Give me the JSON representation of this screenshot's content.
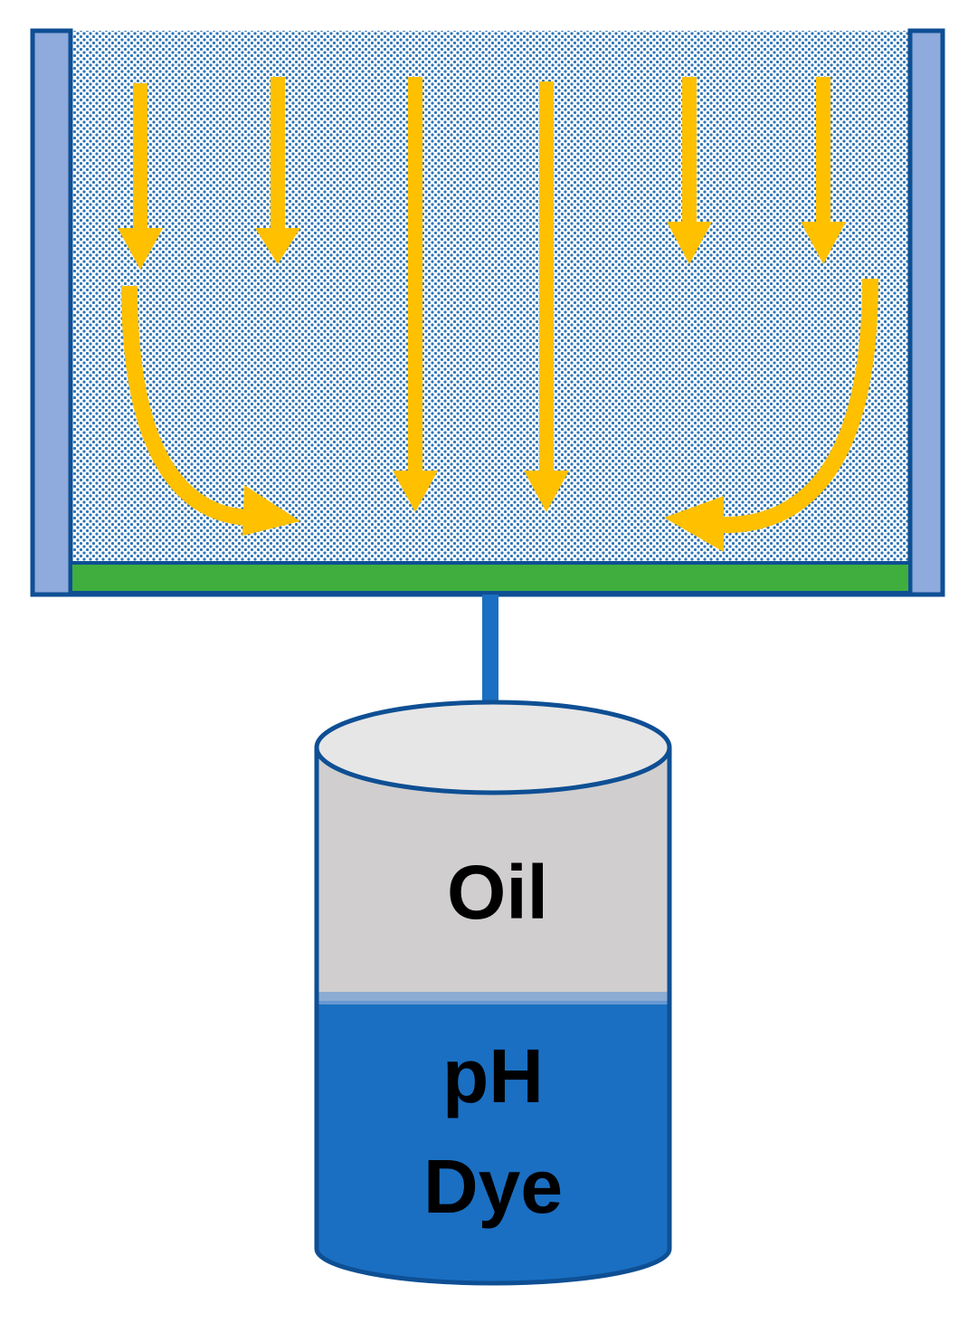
{
  "labels": {
    "oil": "Oil",
    "ph_line1": "pH",
    "ph_line2": "Dye"
  },
  "colors": {
    "frame_border": "#0e4f94",
    "side_panel": "#8faadc",
    "dot_pattern": "#2e75b6",
    "filter_strip": "#3fae3f",
    "arrow": "#ffc000",
    "tube": "#1a6fc2",
    "oil_layer": "#d0cece",
    "container_top": "#e7e6e6",
    "ph_dye_layer": "#1a6fc2"
  },
  "icons": {
    "flow_arrows": "down-arrow-icon",
    "curved_flow": "curved-arrow-icon",
    "container": "cylinder-icon"
  }
}
